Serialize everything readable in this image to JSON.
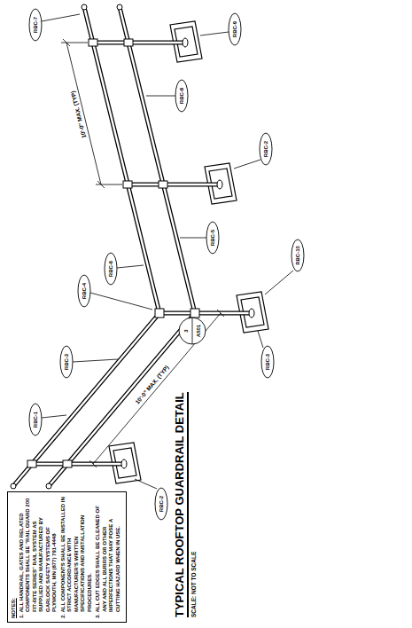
{
  "diagram": {
    "title": "TYPICAL ROOFTOP GUARDRAIL DETAIL",
    "nodes": [
      {
        "text": [
          "NOTES:",
          "1. ALL HANDRAIL, GATES AND RELATED COMPONENTS SHALL BE \"RAIL GUARD 200 FIT-RITE SERIES\" RAIL SYSTEM AS SUPPLIED AND MANUFACTURED BY GARLOCK SAFETY SYSTEMS OF PLYMOUTH, MN (877) 791-4448",
          "2. ALL COMPONENTS SHALL BE INSTALLED IN STRICT ACCORDANCE WITH MANUFACTURER'S WRITTEN SPECIFICATIONS AND INSTALLATION PROCEDURES.",
          "3. ALL CUT EDGES SHALL BE CLEANED OF ANY AND ALL BURRS OR OTHER IMPERFECTIONS THAT MAY POSE A CUTTING HAZARD WHEN IN USE."
        ]
      }
    ],
    "labels": [
      "SCALE: NOT TO SCALE",
      "3",
      "A501",
      "10'-0\" MAX. (TYP)",
      "10'-0\" MAX. (TYP)",
      "RBC-1",
      "RBC-2",
      "RBC-3",
      "RBC-4",
      "RBC-6",
      "RBC-5",
      "RBC-7",
      "RBC-8",
      "RBC-9",
      "RBC-3",
      "RBC-10",
      "RBC-2"
    ]
  }
}
